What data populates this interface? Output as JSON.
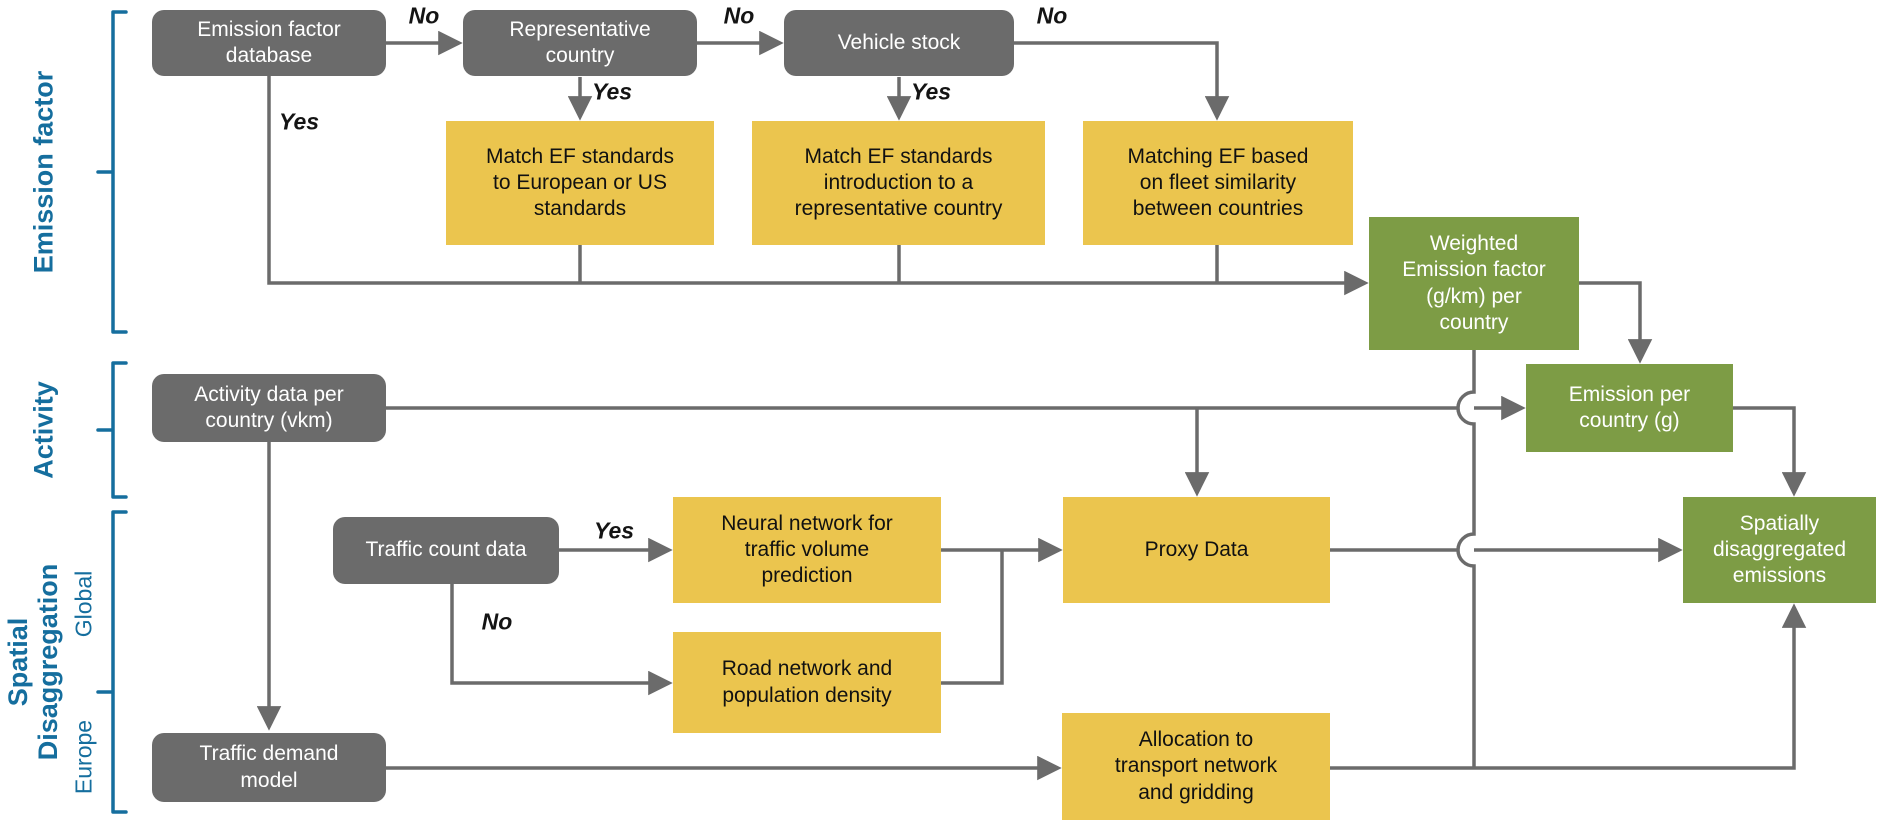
{
  "diagram": {
    "description": "Flowchart of emission calculation methodology",
    "colors": {
      "gray_box": "#6b6b6b",
      "yellow_box": "#ebc54e",
      "green_box": "#7d9c45",
      "section_blue": "#156e9e",
      "connector": "#6b6b6b"
    }
  },
  "sections": {
    "emission_factor": {
      "label": "Emission factor"
    },
    "activity": {
      "label": "Activity"
    },
    "spatial": {
      "label": "Spatial\nDisaggregation",
      "global": "Global",
      "europe": "Europe"
    }
  },
  "nodes": {
    "ef_database": {
      "label": "Emission factor\ndatabase"
    },
    "rep_country": {
      "label": "Representative\ncountry"
    },
    "vehicle_stock": {
      "label": "Vehicle stock"
    },
    "activity_data": {
      "label": "Activity data per\ncountry (vkm)"
    },
    "traffic_count": {
      "label": "Traffic count data"
    },
    "traffic_demand": {
      "label": "Traffic demand\nmodel"
    },
    "match_standards": {
      "label": "Match EF standards\nto European or US\nstandards"
    },
    "match_intro": {
      "label": "Match EF standards\nintroduction to a\nrepresentative country"
    },
    "match_fleet": {
      "label": "Matching EF based\non fleet similarity\nbetween countries"
    },
    "neural_network": {
      "label": "Neural network for\ntraffic volume\nprediction"
    },
    "road_network": {
      "label": "Road network and\npopulation density"
    },
    "proxy_data": {
      "label": "Proxy Data"
    },
    "allocation": {
      "label": "Allocation to\ntransport network\nand gridding"
    },
    "weighted_ef": {
      "label": "Weighted\nEmission factor\n(g/km) per\ncountry"
    },
    "emission_country": {
      "label": "Emission per\ncountry (g)"
    },
    "spatially_disagg": {
      "label": "Spatially\ndisaggregated\nemissions"
    }
  },
  "edges": {
    "no_db_rep": "No",
    "no_rep_vehicle": "No",
    "no_vehicle_fleet": "No",
    "no_traffic_count": "No",
    "yes_rep": "Yes",
    "yes_vehicle": "Yes",
    "yes_ef_db": "Yes",
    "yes_traffic_count": "Yes"
  }
}
